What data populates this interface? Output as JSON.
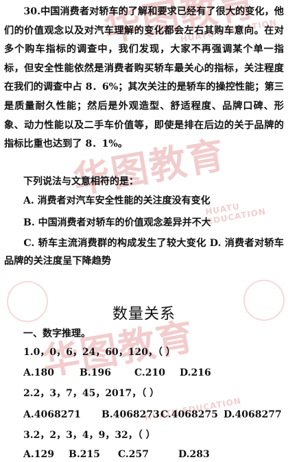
{
  "question30": {
    "number": "30.",
    "passage": "中国消费者对轿车的了解和要求已经有了很大的变化，他们的价值观念以及对汽车理解的变化都会左右其购车意向。在对多个购车指标的调查中，我们发现，大家不再强调某个单一指标，但安全性能依然是消费者购买轿车最关心的指标，关注程度在我们的调查中占 8．6%；其次关注的是轿车的操控性能；第三是质量耐久性能；然后是外观造型、舒适程度、品牌口碑、形象、动力性能以及二手车价值等，即使是排在后边的关于品牌的指标比重也达到了 8．1%。",
    "prompt": "下列说法与文意相符的是：",
    "options": {
      "A": "A. 消费者对汽车安全性能的关注度没有变化",
      "B": "B. 中国消费者对轿车的价值观念差异并不大",
      "C": "C. 轿车主流消费群的构成发生了较大变化 D. 消费者对轿车品牌的关注度呈下降趋势"
    }
  },
  "section": {
    "title": "数量关系",
    "subtitle": "一、数字推理。"
  },
  "q1": {
    "stem": "1.0，0，6，24，60，120，（      ）",
    "options": [
      "A.180",
      "B.196",
      "C.210",
      "D.216"
    ]
  },
  "q2": {
    "stem": "2.2，3，7，45，2017，（      ）",
    "options": [
      "A.4068271",
      "B.4068273",
      "C.4068275",
      "D.4068277"
    ]
  },
  "q3": {
    "stem": "3.2，2，3，4，9，32，（      ）",
    "options": [
      "A.129",
      "B.215",
      "C.257",
      "D.283"
    ]
  },
  "watermark": {
    "brand": "华图教育",
    "english": "HUATU EDUCATION"
  }
}
